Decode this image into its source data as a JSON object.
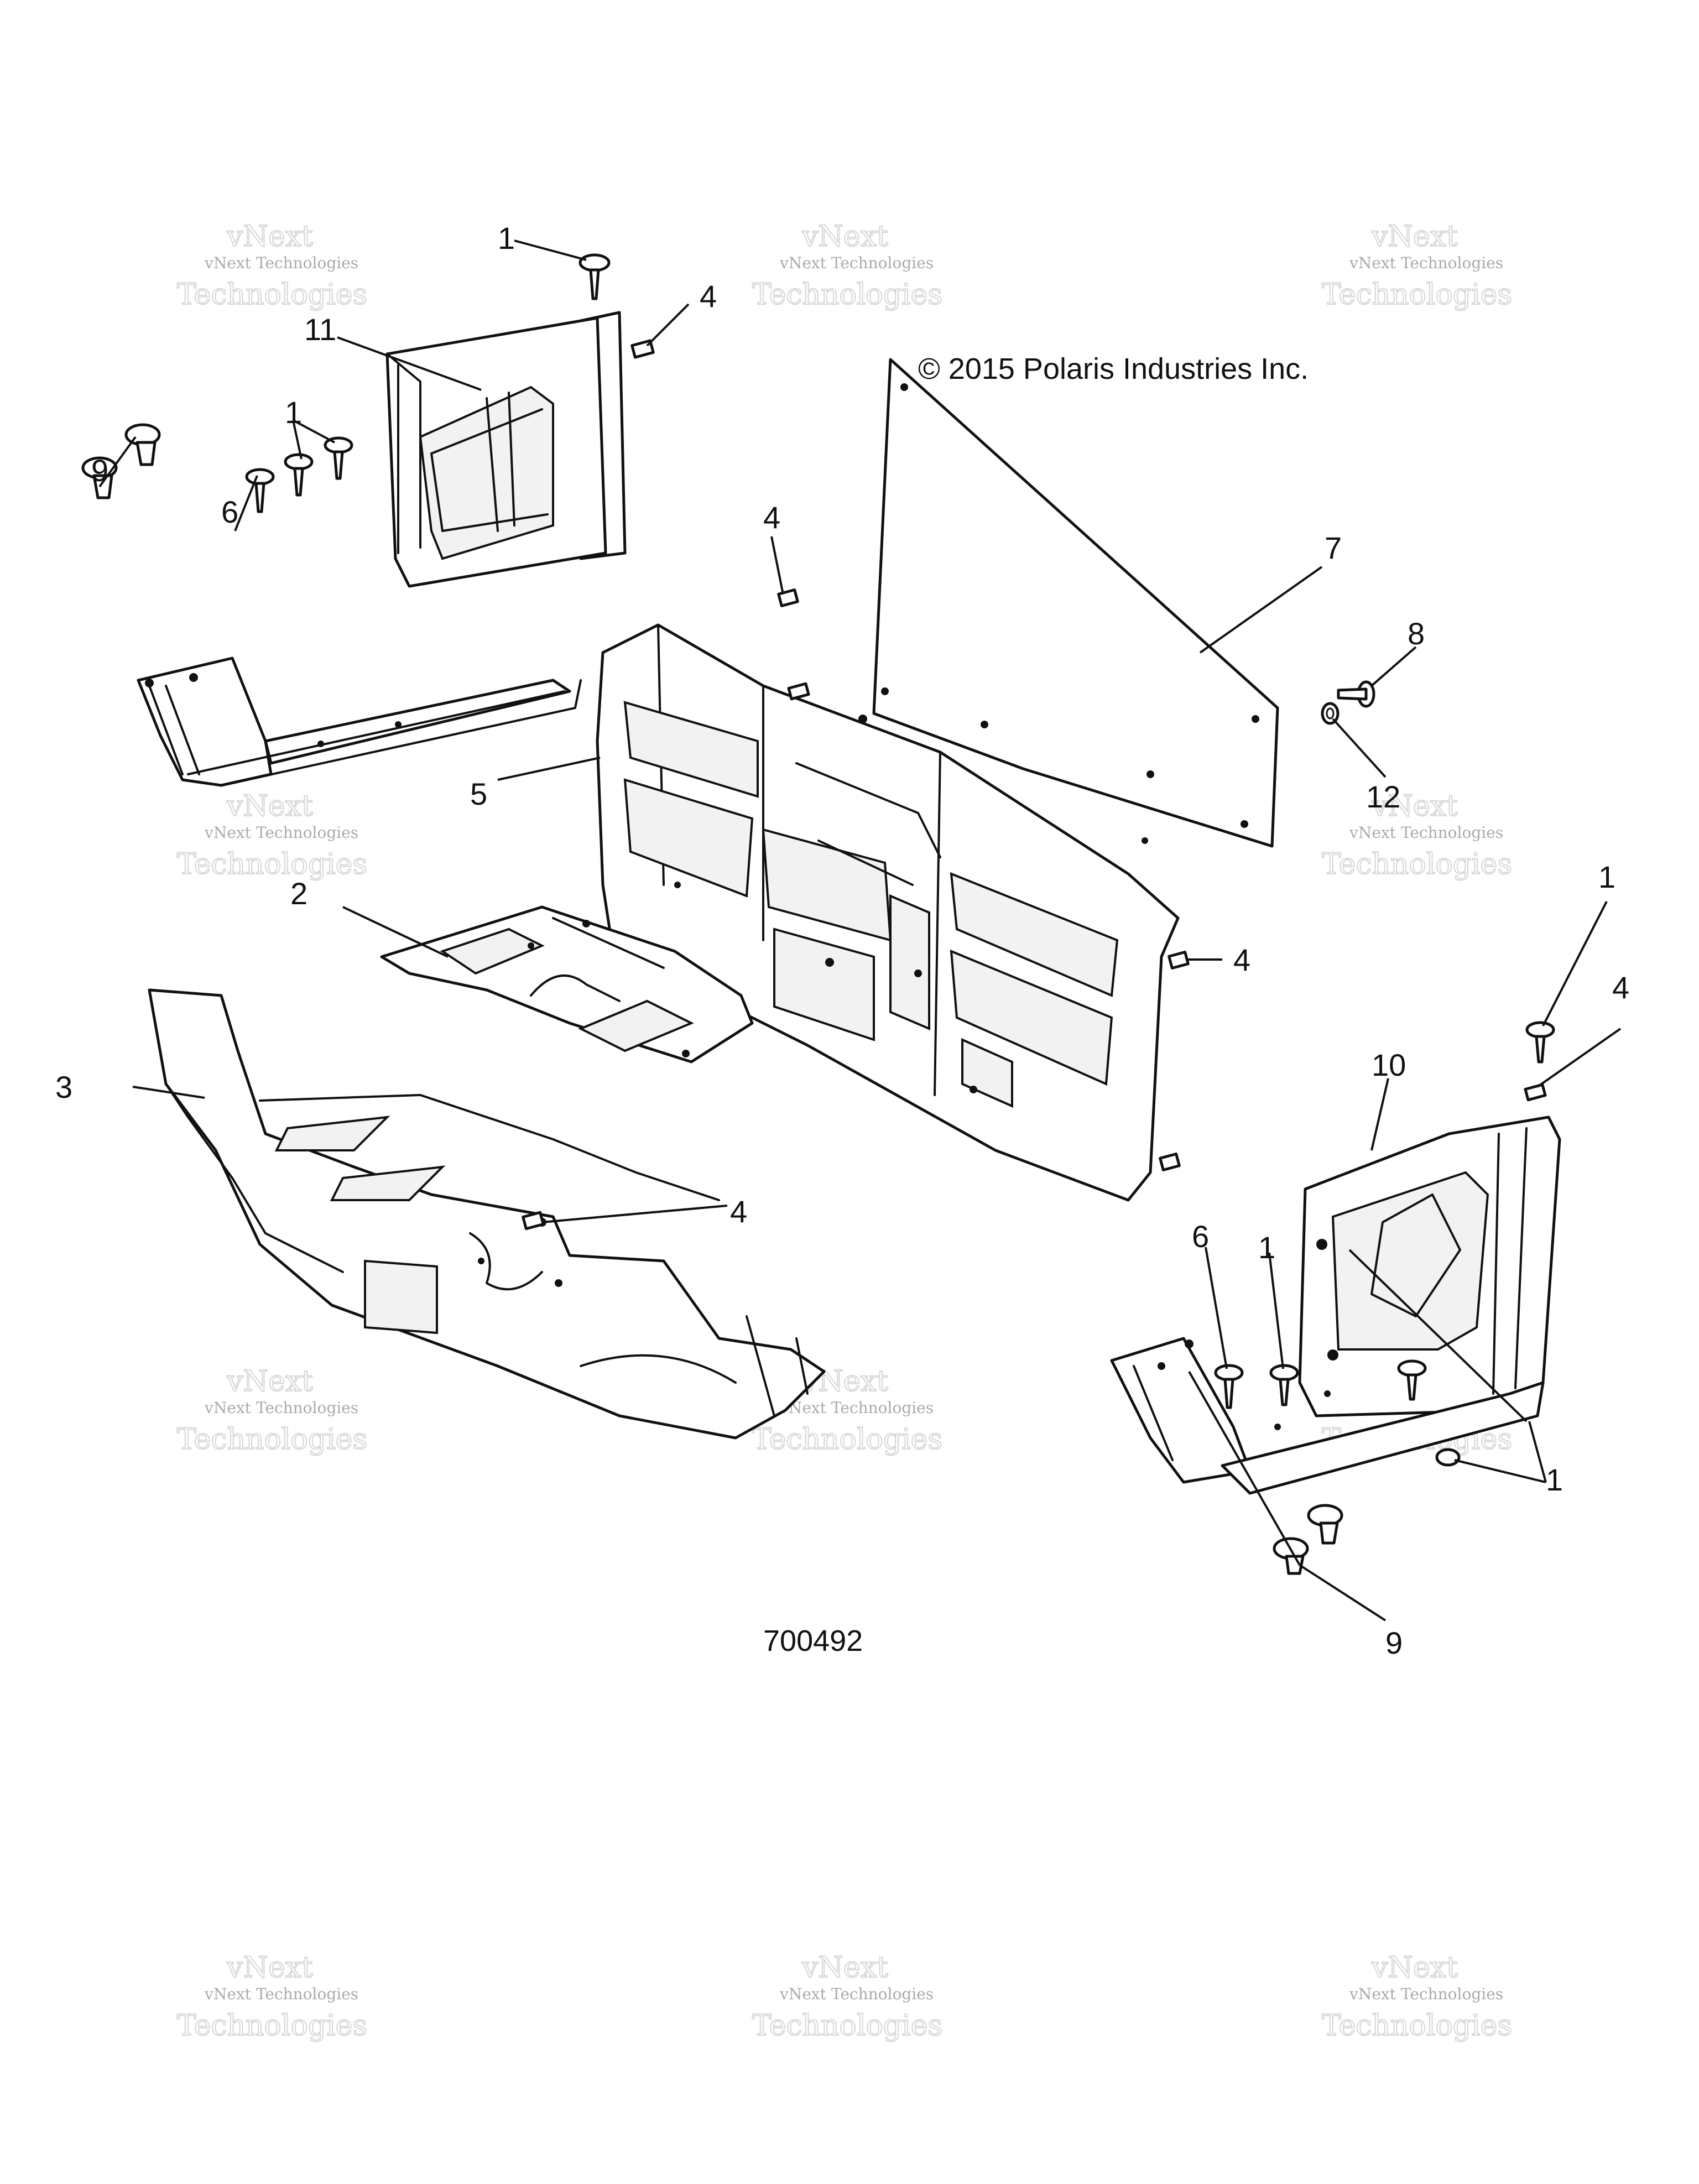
{
  "copyright": "© 2015 Polaris Industries Inc.",
  "diagram_number": "700492",
  "watermark": {
    "line1": "vNext",
    "line2": "vNext Technologies",
    "line3": "Technologies"
  },
  "callouts": {
    "c1a": "1",
    "c1b": "1",
    "c1c": "1",
    "c1d": "1",
    "c1e": "1",
    "c2": "2",
    "c3": "3",
    "c4a": "4",
    "c4b": "4",
    "c4c": "4",
    "c4d": "4",
    "c4e": "4",
    "c5": "5",
    "c6a": "6",
    "c6b": "6",
    "c7": "7",
    "c8": "8",
    "c9a": "9",
    "c9b": "9",
    "c10": "10",
    "c11": "11",
    "c12": "12"
  }
}
